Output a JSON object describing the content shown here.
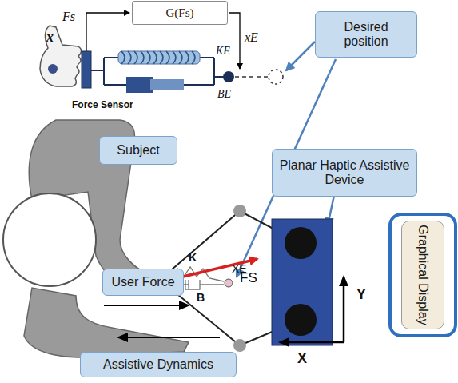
{
  "diagram": {
    "nodes": [
      {
        "text": [
          "G(Fs)"
        ]
      },
      {
        "text": [
          "Desired position"
        ]
      },
      {
        "text": [
          "Subject"
        ]
      },
      {
        "text": [
          "Planar Haptic Assistive Device"
        ]
      },
      {
        "text": [
          "User Force"
        ]
      },
      {
        "text": [
          "Assistive Dynamics"
        ]
      },
      {
        "text": [
          "Graphical Display"
        ]
      }
    ],
    "labels": [
      "x",
      "Fs",
      "xE",
      "KE",
      "BE",
      "Force Sensor",
      "K",
      "B",
      "XE",
      "FS",
      "Y",
      "X"
    ]
  }
}
